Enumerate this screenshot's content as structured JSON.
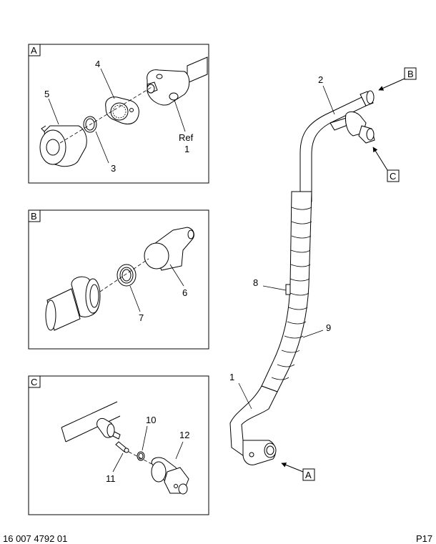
{
  "panels": {
    "a": {
      "tag": "A"
    },
    "b": {
      "tag": "B"
    },
    "c": {
      "tag": "C"
    }
  },
  "callouts": {
    "p1": "1",
    "p2": "2",
    "p3": "3",
    "p4": "4",
    "p5": "5",
    "p6": "6",
    "p7": "7",
    "p8": "8",
    "p9": "9",
    "p10": "10",
    "p11": "11",
    "p12": "12",
    "ref": "Ref",
    "ref_num": "1"
  },
  "view_refs": {
    "b": "B",
    "c": "C",
    "a": "A"
  },
  "footer": {
    "left": "16 007 4792 01",
    "right": "P17"
  }
}
